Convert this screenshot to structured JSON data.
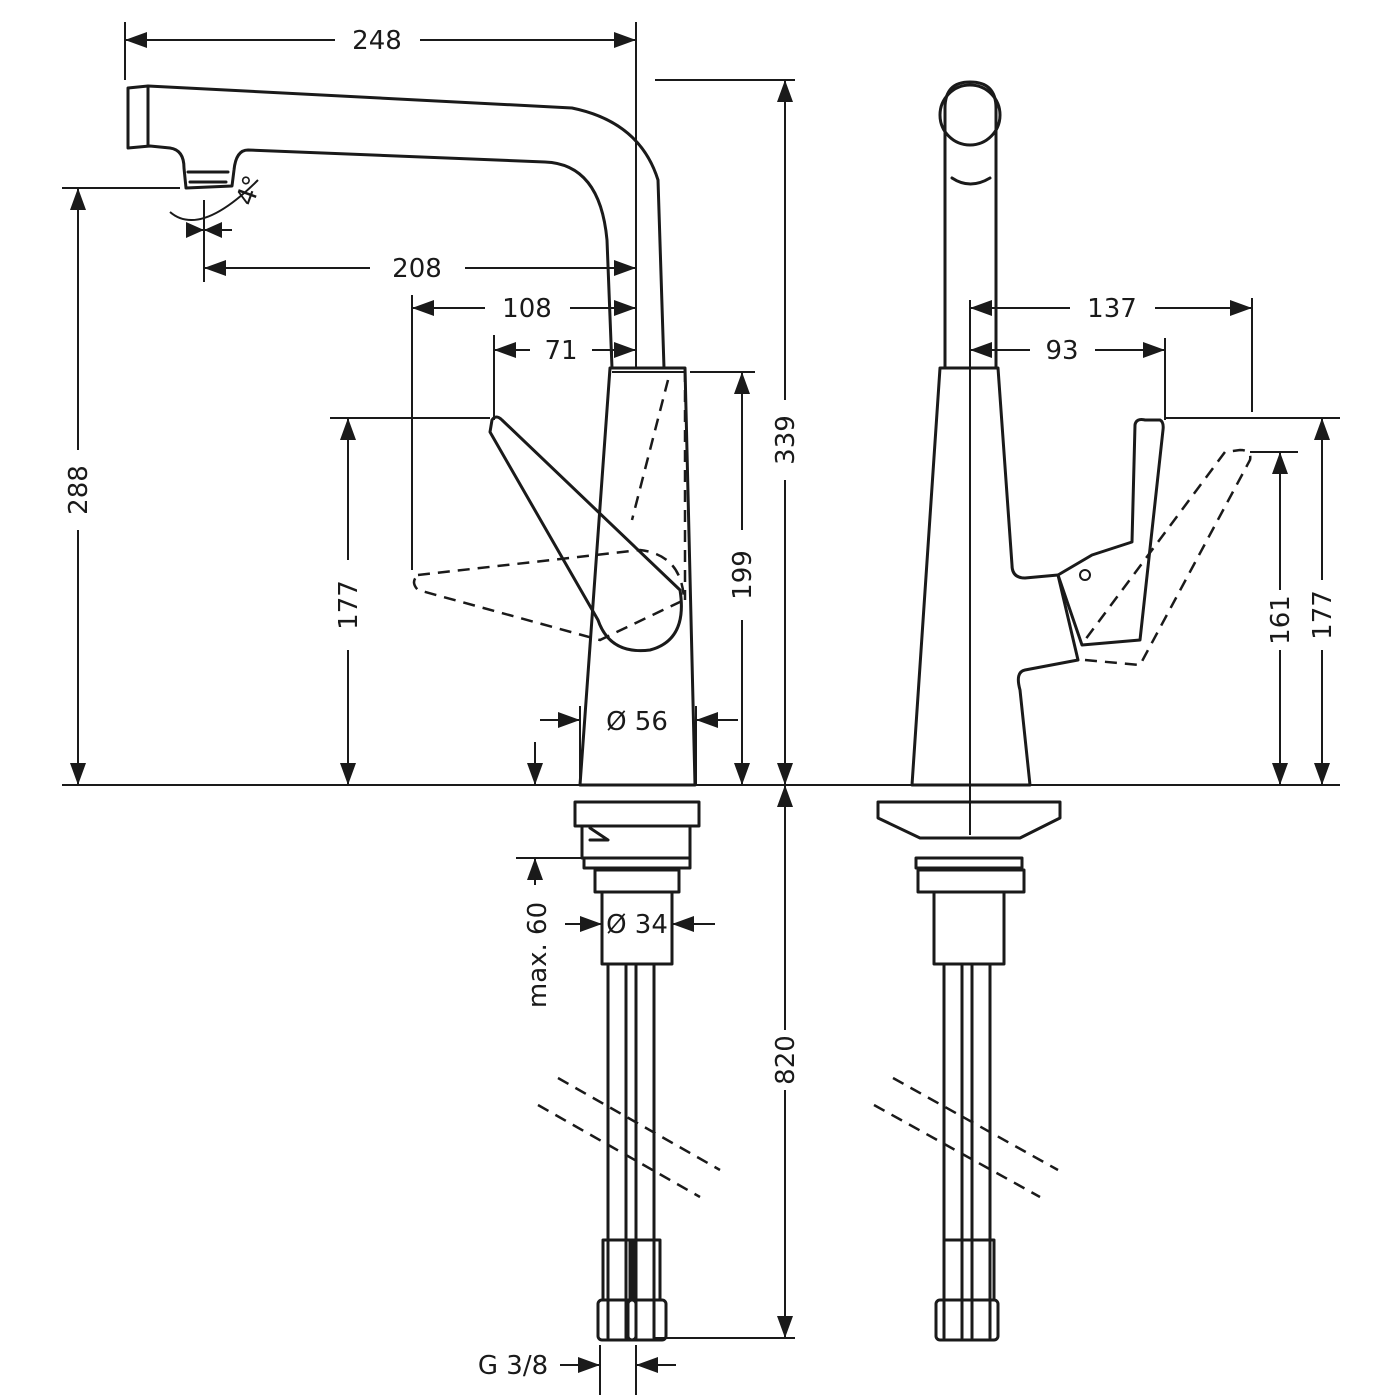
{
  "colors": {
    "line": "#1a1a1a",
    "background": "#ffffff"
  },
  "dimensions": {
    "d248": "248",
    "d208": "208",
    "d108": "108",
    "d71": "71",
    "d339": "339",
    "d288": "288",
    "d199": "199",
    "d177_front": "177",
    "d56": "Ø 56",
    "angle": "4°",
    "d34": "Ø 34",
    "max60": "max. 60",
    "d820": "820",
    "g38": "G 3/8",
    "d137": "137",
    "d93": "93",
    "d161": "161",
    "d177_side": "177"
  }
}
